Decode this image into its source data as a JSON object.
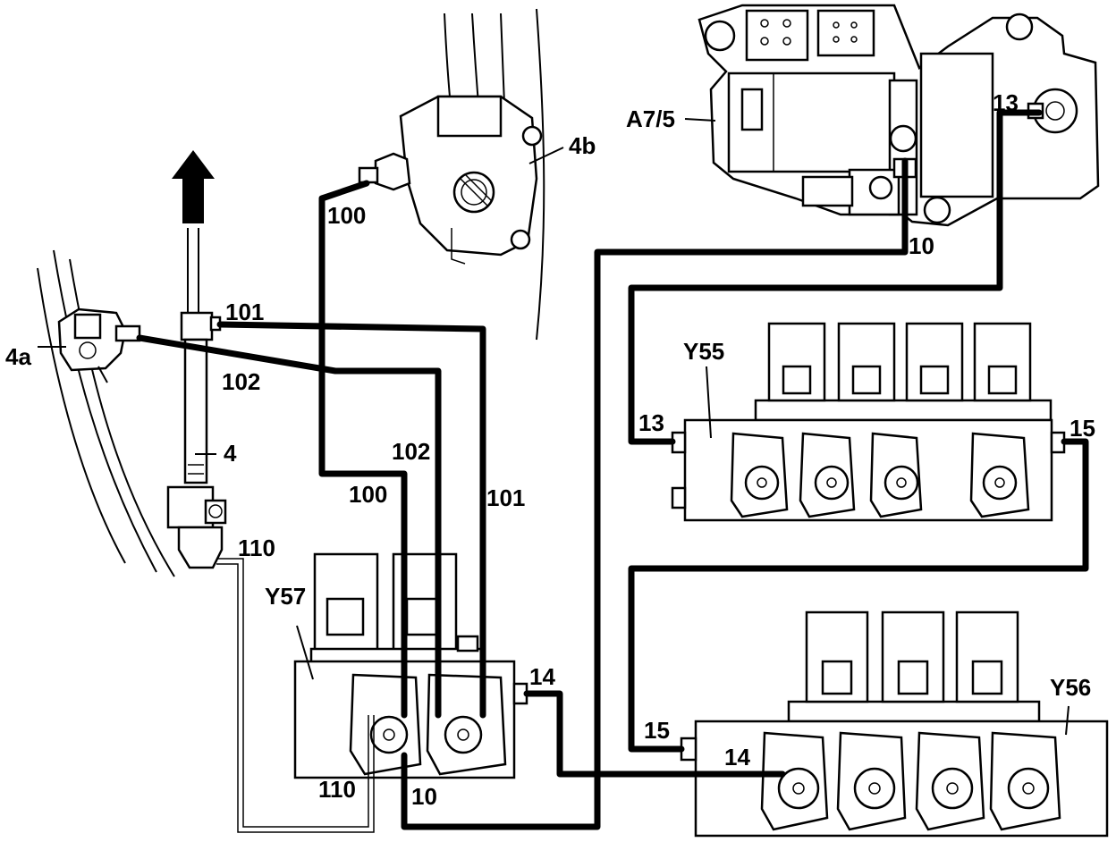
{
  "labels": {
    "a75": "A7/5",
    "c4b": "4b",
    "c4a": "4a",
    "c4": "4",
    "y55": "Y55",
    "y56": "Y56",
    "y57": "Y57",
    "l100_top": "100",
    "l100_mid": "100",
    "l101_top": "101",
    "l101_mid": "101",
    "l102_top": "102",
    "l102_mid": "102",
    "l110_top": "110",
    "l110_bot": "110",
    "l10_top": "10",
    "l10_bot": "10",
    "l13_top": "13",
    "l13_y55": "13",
    "l14_y57": "14",
    "l14_y56": "14",
    "l15_y55": "15",
    "l15_y56": "15"
  }
}
